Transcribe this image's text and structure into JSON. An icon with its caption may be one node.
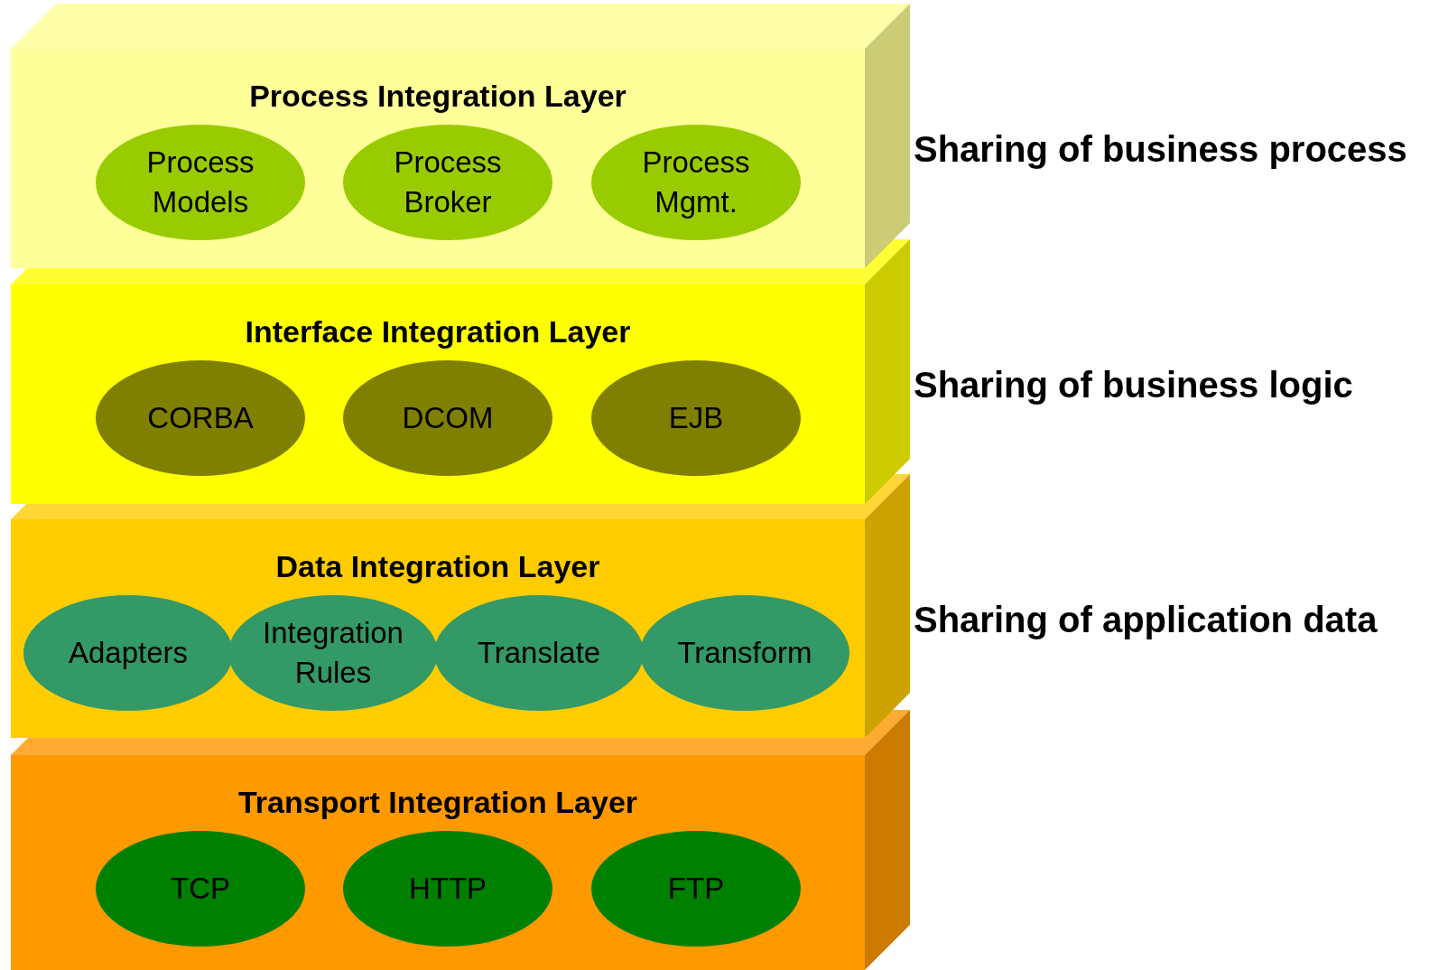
{
  "diagram": {
    "nodes": [
      {
        "text": [
          "Process Integration Layer"
        ],
        "beside": [
          "Sharing of business process"
        ]
      },
      {
        "text": [
          "Process Models"
        ],
        "in": 0
      },
      {
        "text": [
          "Process Broker"
        ],
        "in": 0
      },
      {
        "text": [
          "Process Mgmt."
        ],
        "in": 0
      },
      {
        "text": [
          "Interface Integration Layer"
        ],
        "beside": [
          "Sharing of business logic"
        ]
      },
      {
        "text": [
          "CORBA"
        ],
        "in": 4
      },
      {
        "text": [
          "DCOM"
        ],
        "in": 4
      },
      {
        "text": [
          "EJB"
        ],
        "in": 4
      },
      {
        "text": [
          "Data Integration Layer"
        ],
        "beside": [
          "Sharing of application data"
        ]
      },
      {
        "text": [
          "Adapters"
        ],
        "in": 8
      },
      {
        "text": [
          "Integration Rules"
        ],
        "in": 8
      },
      {
        "text": [
          "Translate"
        ],
        "in": 8
      },
      {
        "text": [
          "Transform"
        ],
        "in": 8
      },
      {
        "text": [
          "Transport Integration Layer"
        ]
      },
      {
        "text": [
          "TCP"
        ],
        "in": 13
      },
      {
        "text": [
          "HTTP"
        ],
        "in": 13
      },
      {
        "text": [
          "FTP"
        ],
        "in": 13
      }
    ]
  }
}
